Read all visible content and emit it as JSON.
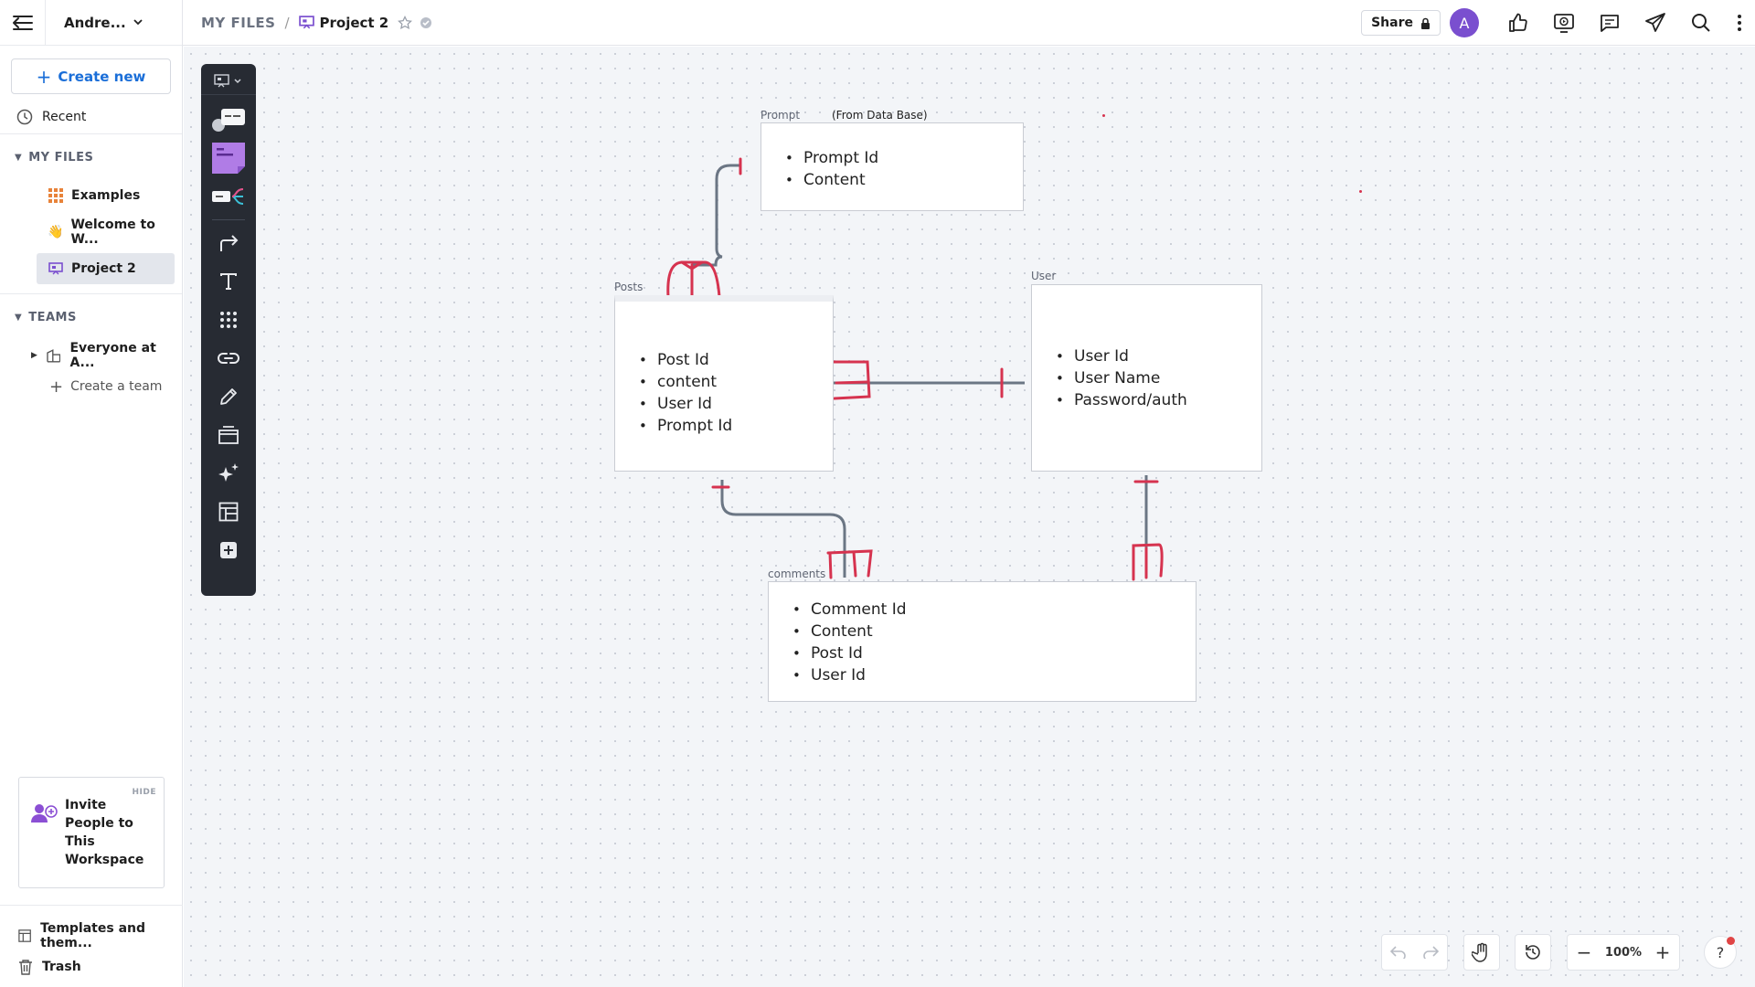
{
  "sidebar": {
    "user_name": "Andre...",
    "create_new": "Create new",
    "recent": "Recent",
    "my_files_header": "MY FILES",
    "files": [
      {
        "label": "Examples",
        "icon": "grid-icon"
      },
      {
        "label": "Welcome to W...",
        "icon": "wave-emoji-icon"
      },
      {
        "label": "Project 2",
        "icon": "board-icon"
      }
    ],
    "teams_header": "TEAMS",
    "team_item": "Everyone at A...",
    "create_team": "Create a team",
    "invite": {
      "hide": "HIDE",
      "text": "Invite People to This Workspace"
    },
    "templates": "Templates and them...",
    "trash": "Trash"
  },
  "header": {
    "breadcrumb_root": "MY FILES",
    "breadcrumb_sep": "/",
    "project_title": "Project 2",
    "share_label": "Share",
    "avatar_letter": "A"
  },
  "canvas": {
    "prompt": {
      "label": "Prompt",
      "note": "(From Data Base)",
      "items": [
        "Prompt Id",
        "Content"
      ]
    },
    "posts": {
      "label": "Posts",
      "items": [
        "Post Id",
        "content",
        "User Id",
        "Prompt Id"
      ]
    },
    "user": {
      "label": "User",
      "items": [
        "User Id",
        "User Name",
        "Password/auth"
      ]
    },
    "comments": {
      "label": "comments",
      "items": [
        "Comment Id",
        "Content",
        "Post Id",
        "User Id"
      ]
    }
  },
  "controls": {
    "zoom_level": "100%",
    "zoom_out": "−",
    "zoom_in": "+",
    "help": "?"
  },
  "colors": {
    "accent": "#1a6ed8",
    "avatar": "#7a4fcf",
    "toolbar_bg": "#272b33",
    "connector": "#6b7684",
    "crowfoot": "#d6334f"
  }
}
